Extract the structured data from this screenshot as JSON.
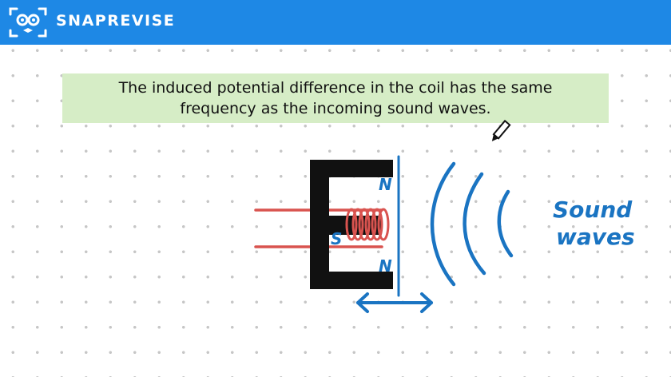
{
  "header": {
    "brand": "SNAPREVISE"
  },
  "caption": {
    "line1": "The induced potential difference in the coil has the same",
    "line2": "frequency as the incoming sound waves."
  },
  "diagram": {
    "pole_top": "N",
    "pole_bottom": "N",
    "pole_south": "S",
    "sound_label_1": "Sound",
    "sound_label_2": "waves"
  },
  "colors": {
    "header_bg": "#1e88e5",
    "caption_bg": "#d6edc6",
    "annotation_blue": "#1a74c2",
    "coil_red": "#d9534f",
    "magnet": "#111111"
  },
  "icons": [
    "snaprevise-logo-icon",
    "pen-cursor-icon"
  ]
}
